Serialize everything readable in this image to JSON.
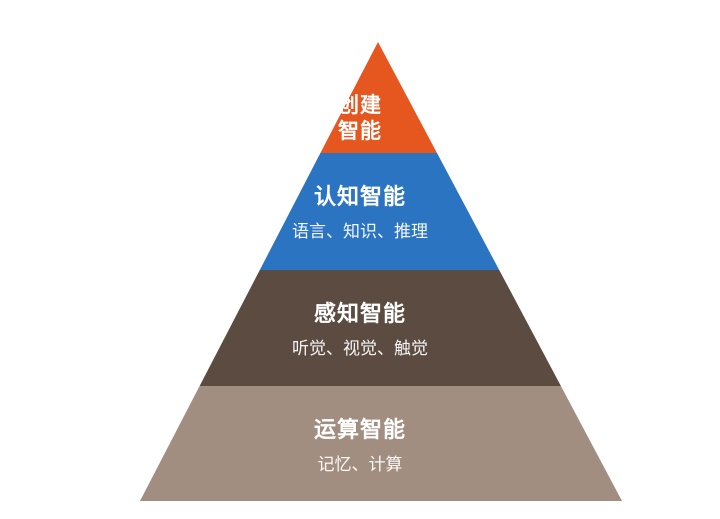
{
  "pyramid": {
    "layers": [
      {
        "title_line1": "创建",
        "title_line2": "智能",
        "color": "#E5571F"
      },
      {
        "title": "认知智能",
        "subtitle": "语言、知识、推理",
        "color": "#2A74C2"
      },
      {
        "title": "感知智能",
        "subtitle": "听觉、视觉、触觉",
        "color": "#5B4B40"
      },
      {
        "title": "运算智能",
        "subtitle": "记忆、计算",
        "color": "#A18E80"
      }
    ]
  }
}
